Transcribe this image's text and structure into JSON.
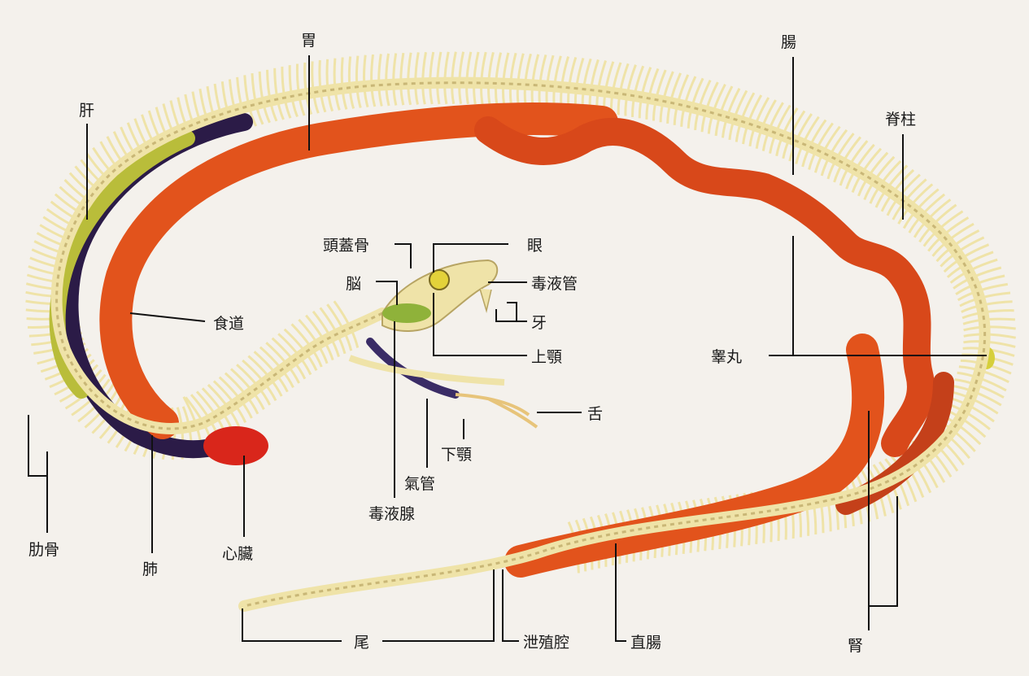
{
  "colors": {
    "background": "#f4f1ec",
    "bone": "#efe3a8",
    "bone_shadow": "#c9b777",
    "gut": "#e2531c",
    "gut_dark": "#b8390f",
    "lung": "#2b1b47",
    "liver": "#b9bd3a",
    "heart": "#d9261b",
    "trachea": "#3a2c66",
    "label": "#1a1a1a"
  },
  "labels": {
    "stomach": "胃",
    "intestine": "腸",
    "liver": "肝",
    "spine": "脊柱",
    "skull": "頭蓋骨",
    "eye": "眼",
    "brain": "脳",
    "venom_duct": "毒液管",
    "fang": "牙",
    "esophagus": "食道",
    "maxilla": "上顎",
    "testis": "睾丸",
    "tongue": "舌",
    "mandible": "下顎",
    "trachea": "氣管",
    "venom_gland": "毒液腺",
    "ribs": "肋骨",
    "lung": "肺",
    "heart": "心臟",
    "tail": "尾",
    "cloaca": "泄殖腔",
    "rectum": "直腸",
    "kidney": "腎"
  }
}
